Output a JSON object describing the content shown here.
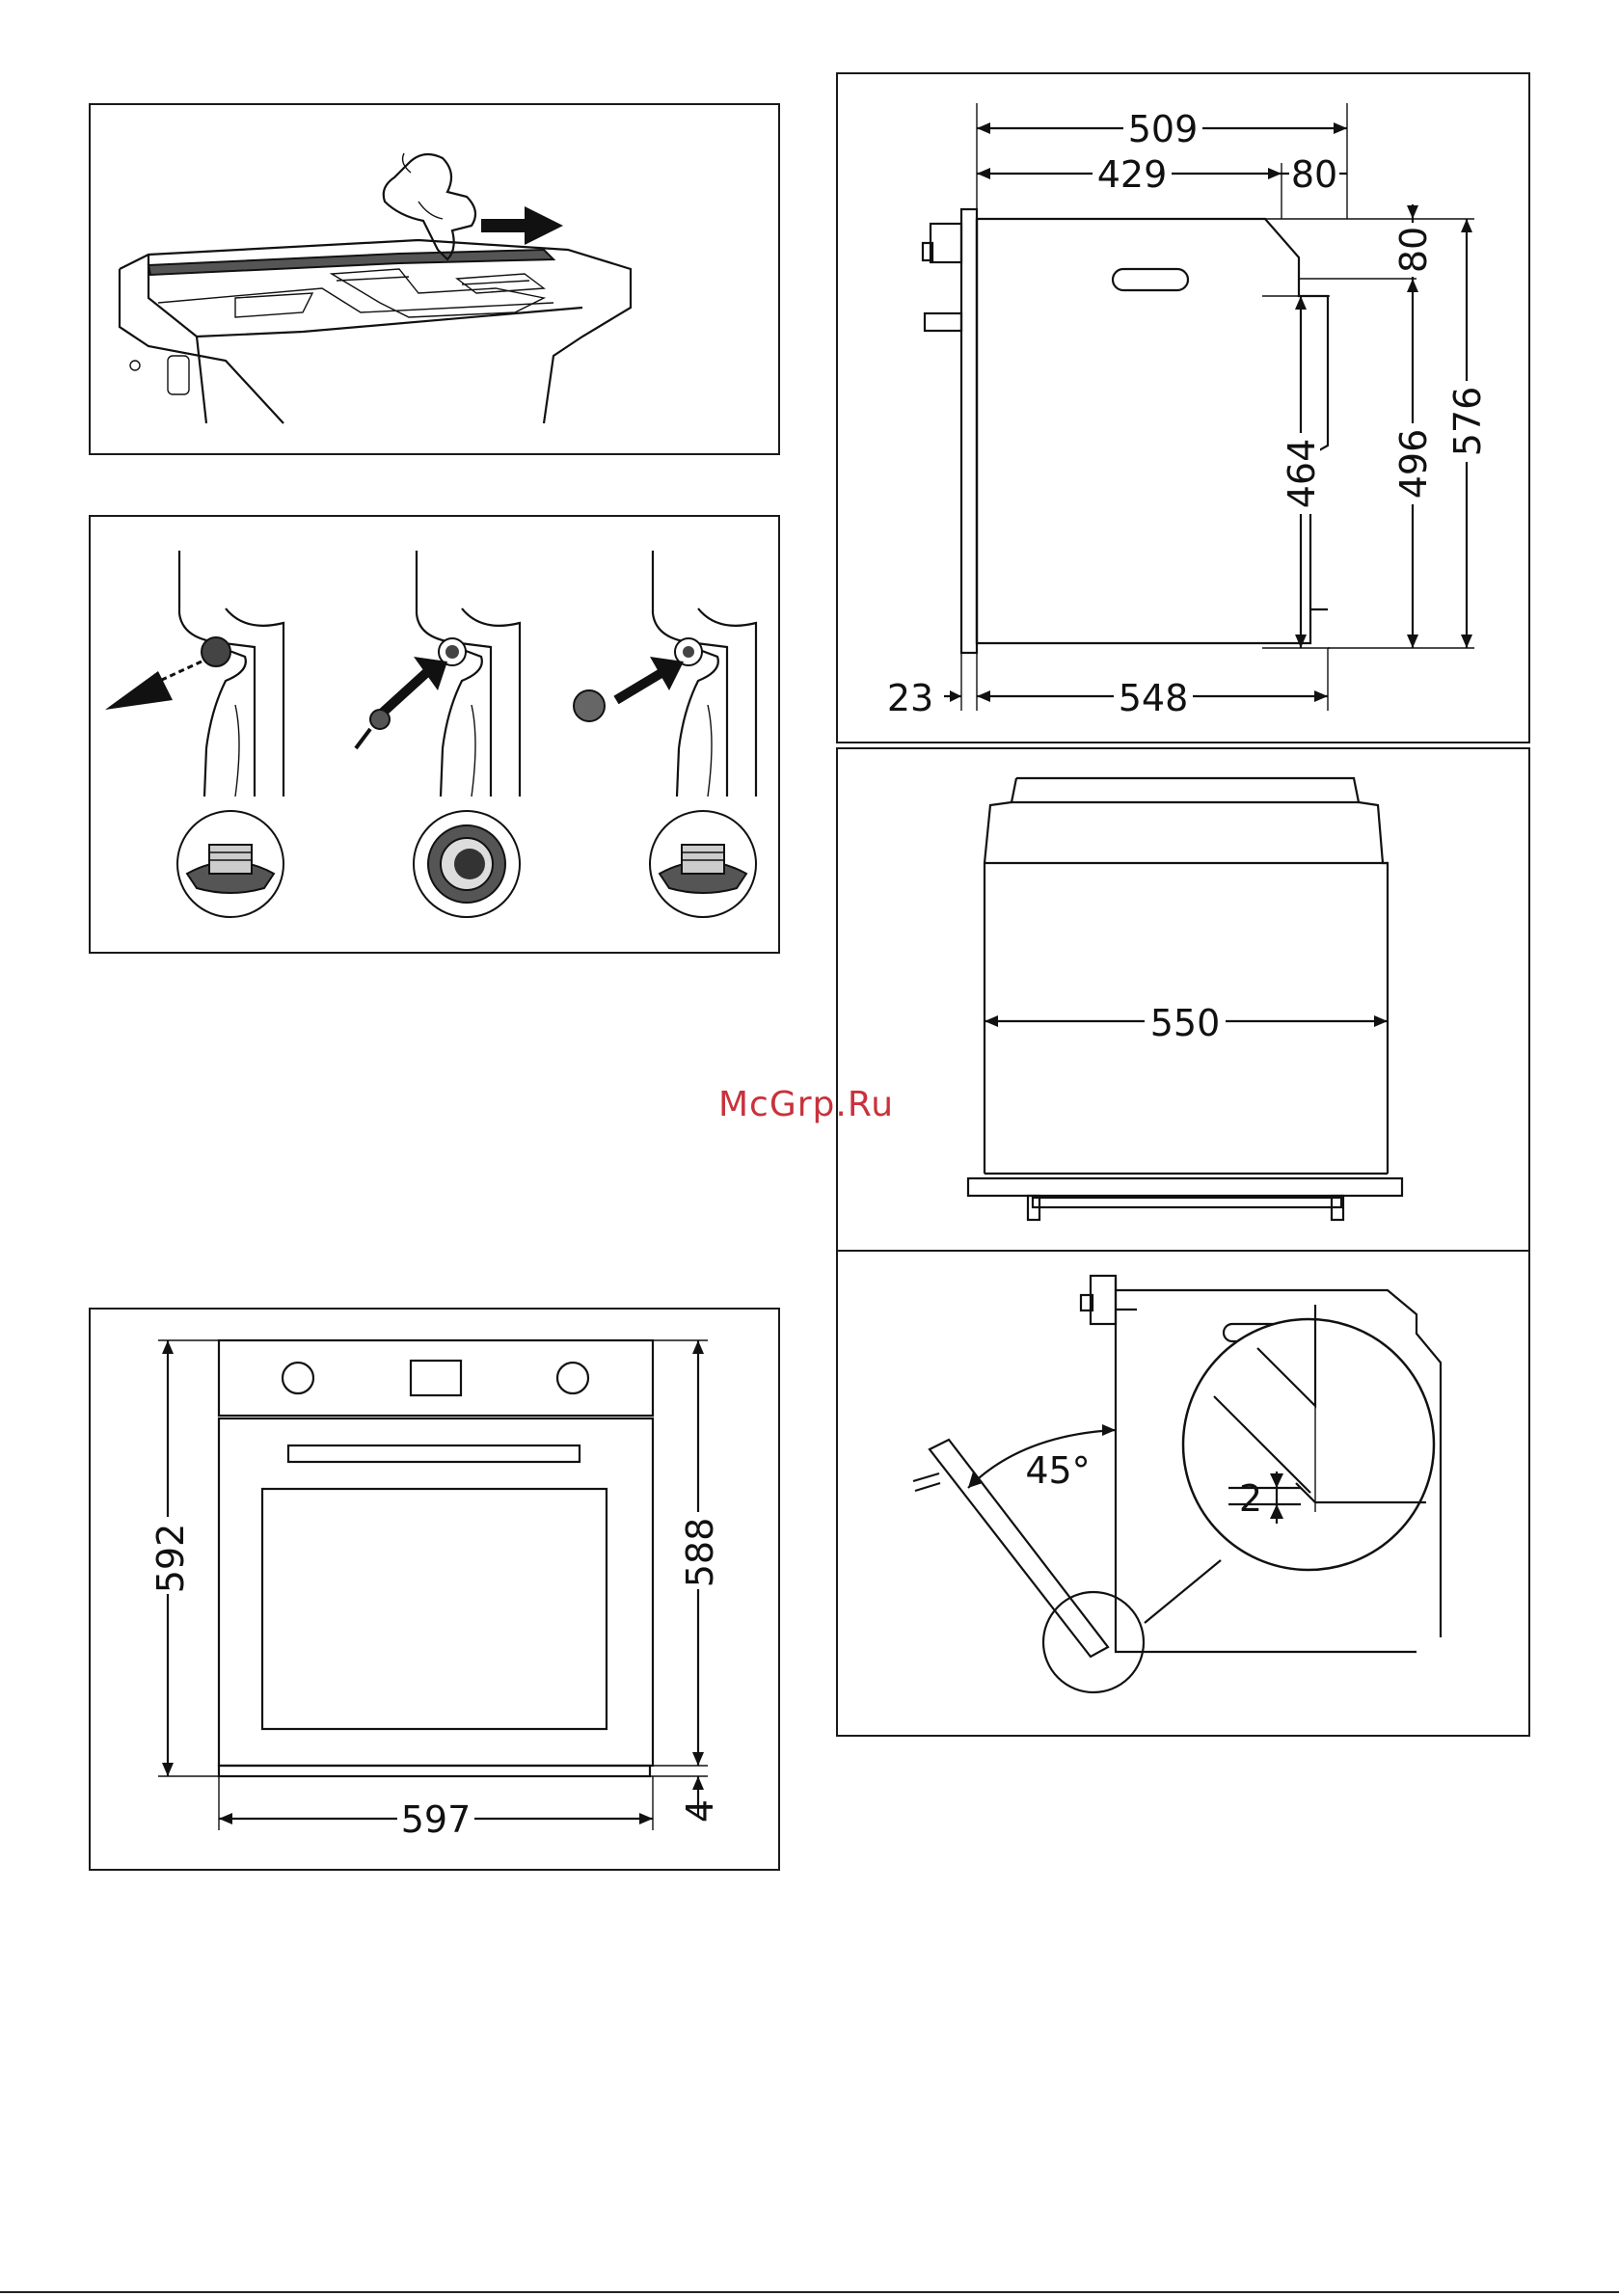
{
  "watermark": "McGrp.Ru",
  "figures": {
    "side_dimensions": {
      "labels": [
        "509",
        "429",
        "80",
        "80",
        "464",
        "496",
        "576",
        "23",
        "548"
      ]
    },
    "cabinet_width": {
      "label": "550"
    },
    "front_dimensions": {
      "labels": [
        "592",
        "588",
        "597",
        "4"
      ]
    },
    "door_angle": {
      "angle_label": "45°",
      "gap_label": "2"
    }
  },
  "icons": [
    "hand-pointer-icon",
    "arrow-right-icon",
    "screw-icon",
    "cap-icon"
  ]
}
